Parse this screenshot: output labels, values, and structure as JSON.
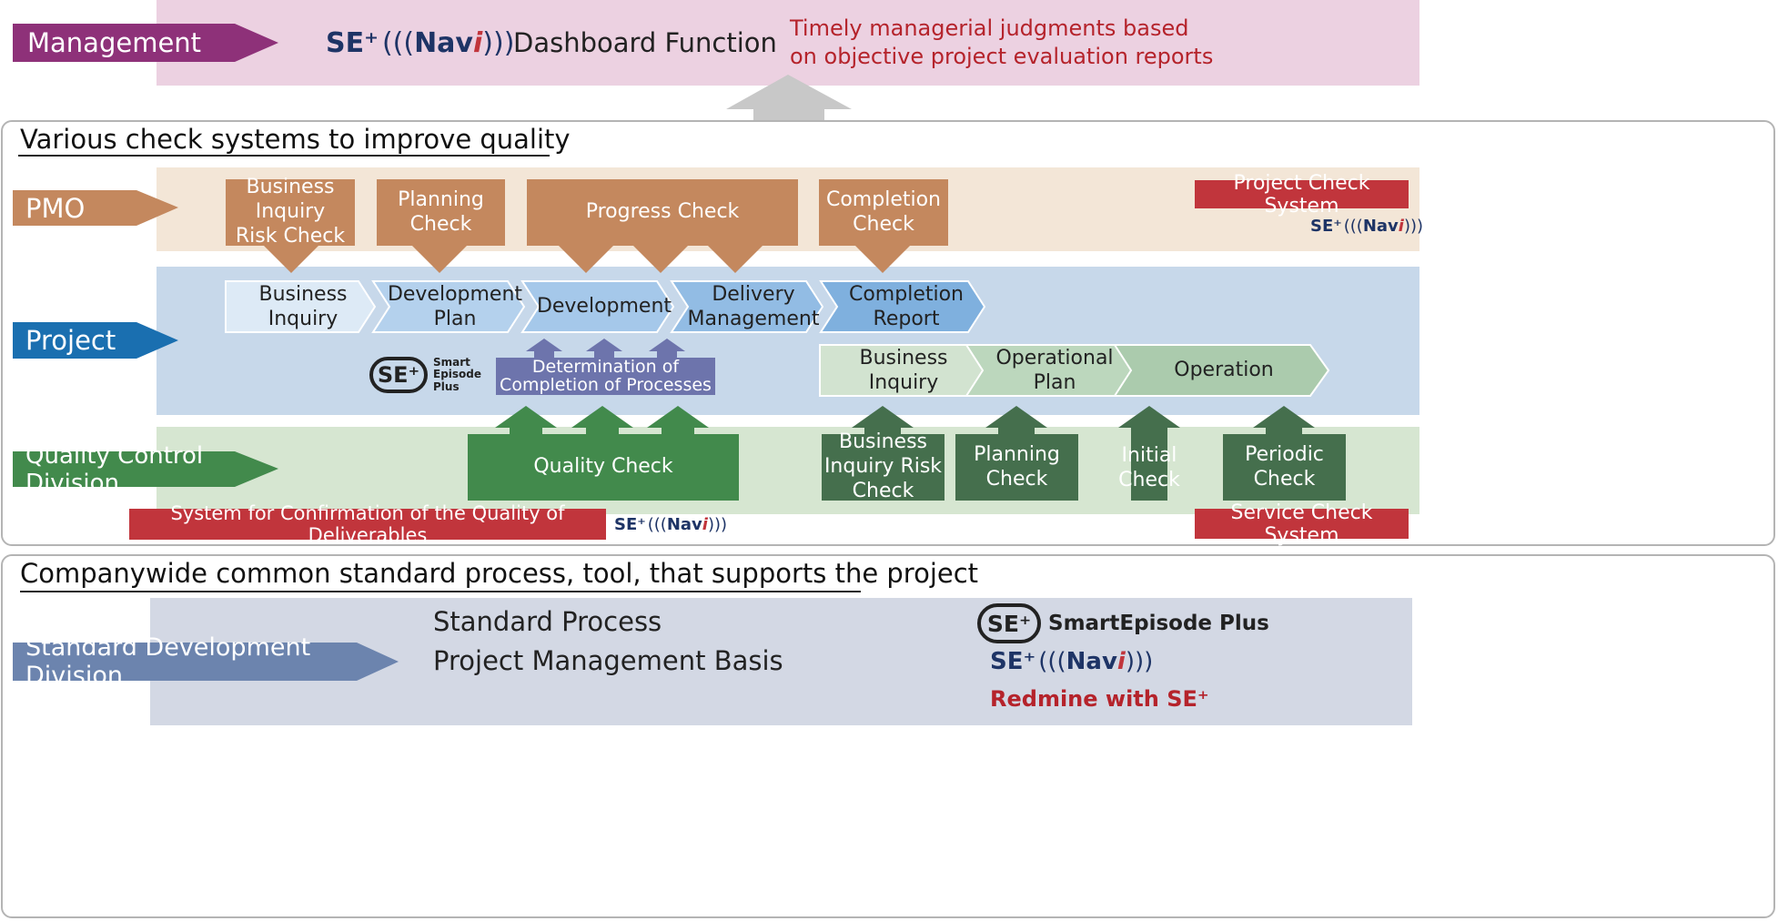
{
  "management": {
    "label": "Management",
    "dashboard_logo": "SE⁺(((Navi)))",
    "dashboard_text": "Dashboard Function",
    "message_line1": "Timely managerial judgments based",
    "message_line2": "on objective project evaluation reports"
  },
  "quality_section": {
    "title": "Various check systems to improve quality"
  },
  "pmo": {
    "label": "PMO",
    "checks": [
      {
        "line1": "Business",
        "line2": "Inquiry",
        "line3": "Risk Check"
      },
      {
        "line1": "Planning",
        "line2": "Check"
      },
      {
        "line1": "Progress Check"
      },
      {
        "line1": "Completion",
        "line2": "Check"
      }
    ],
    "system_tag": "Project Check System"
  },
  "project": {
    "label": "Project",
    "phases": [
      {
        "line1": "Business",
        "line2": "Inquiry"
      },
      {
        "line1": "Development",
        "line2": "Plan"
      },
      {
        "line1": "Development"
      },
      {
        "line1": "Delivery",
        "line2": "Management"
      },
      {
        "line1": "Completion",
        "line2": "Report"
      }
    ],
    "ops_phases": [
      {
        "line1": "Business",
        "line2": "Inquiry"
      },
      {
        "line1": "Operational",
        "line2": "Plan"
      },
      {
        "line1": "Operation"
      }
    ],
    "determination_line1": "Determination of",
    "determination_line2": "Completion of Processes",
    "se_logo_text": "SE⁺",
    "se_logo_sub1": "Smart",
    "se_logo_sub2": "Episode",
    "se_logo_sub3": "Plus"
  },
  "qc": {
    "label": "Quality Control Division",
    "quality_check": "Quality Check",
    "checks": [
      {
        "line1": "Business",
        "line2": "Inquiry Risk",
        "line3": "Check"
      },
      {
        "line1": "Planning",
        "line2": "Check"
      },
      {
        "line1": "Initial",
        "line2": "Check"
      },
      {
        "line1": "Periodic",
        "line2": "Check"
      }
    ],
    "deliverables_tag": "System for Confirmation of the Quality of Deliverables",
    "service_tag": "Service Check System"
  },
  "standard_section": {
    "title": "Companywide common standard process, tool, that supports the project",
    "label": "Standard Development Division",
    "item1": "Standard Process",
    "item2": "Project Management Basis",
    "tool1": "SmartEpisode Plus",
    "tool3": "Redmine with SE⁺"
  },
  "navi_logo": {
    "prefix": "SE⁺",
    "waves_l": "(((",
    "name": "Nav",
    "i": "i",
    "waves_r": ")))"
  },
  "colors": {
    "management": "#8e3179",
    "pmo": "#c4885e",
    "project": "#1a6fb0",
    "qc": "#428a4c",
    "qc_dark": "#456f4d",
    "standard": "#6c84ae",
    "tag_red": "#c1353c",
    "msg_red": "#b5232b"
  }
}
